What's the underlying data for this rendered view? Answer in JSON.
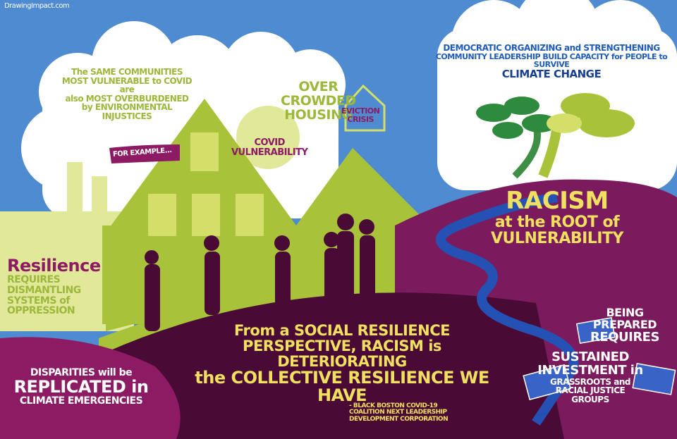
{
  "credit": "DrawingImpact.com",
  "colors": {
    "sky": "#4f8bd0",
    "cloud": "#ffffff",
    "green": "#a8c23a",
    "pale_green": "#e2e89a",
    "purple": "#7b1a5c",
    "dark_purple": "#4a0a36",
    "magenta": "#8c1b64",
    "river": "#2451b3",
    "yellow_text": "#f0e060",
    "blue_text": "#1f5cb8"
  },
  "cloud_text": [
    "The SAME COMMUNITIES",
    "MOST VULNERABLE to COVID are",
    "also MOST OVERBURDENED",
    "by ENVIRONMENTAL",
    "INJUSTICES"
  ],
  "for_example": "FOR EXAMPLE...",
  "over_crowded": [
    "OVER",
    "CROWDED",
    "HOUSING"
  ],
  "covid_vulnerability": [
    "COVID",
    "VULNERABILITY"
  ],
  "eviction": [
    "EVICTION",
    "CRISIS"
  ],
  "climate_header": [
    "DEMOCRATIC ORGANIZING and STRENGTHENING",
    "COMMUNITY LEADERSHIP BUILD CAPACITY for PEOPLE to SURVIVE",
    "CLIMATE CHANGE"
  ],
  "racism_root": [
    "RACISM",
    "at the ROOT of",
    "VULNERABILITY"
  ],
  "resilience": [
    "Resilience",
    "REQUIRES",
    "DISMANTLING",
    "SYSTEMS of",
    "OPPRESSION"
  ],
  "main_quote": [
    "From a SOCIAL RESILIENCE",
    "PERSPECTIVE, RACISM is DETERIORATING",
    "the COLLECTIVE RESILIENCE WE HAVE"
  ],
  "attribution": [
    "- BLACK BOSTON COVID-19",
    "COALITION NEXT LEADERSHIP",
    "DEVELOPMENT CORPORATION"
  ],
  "disparities": [
    "DISPARITIES will be",
    "REPLICATED in",
    "CLIMATE EMERGENCIES"
  ],
  "being_prepared": [
    "BEING PREPARED",
    "REQUIRES"
  ],
  "investment": [
    "SUSTAINED",
    "INVESTMENT in",
    "GRASSROOTS and",
    "RACIAL JUSTICE",
    "GROUPS"
  ]
}
